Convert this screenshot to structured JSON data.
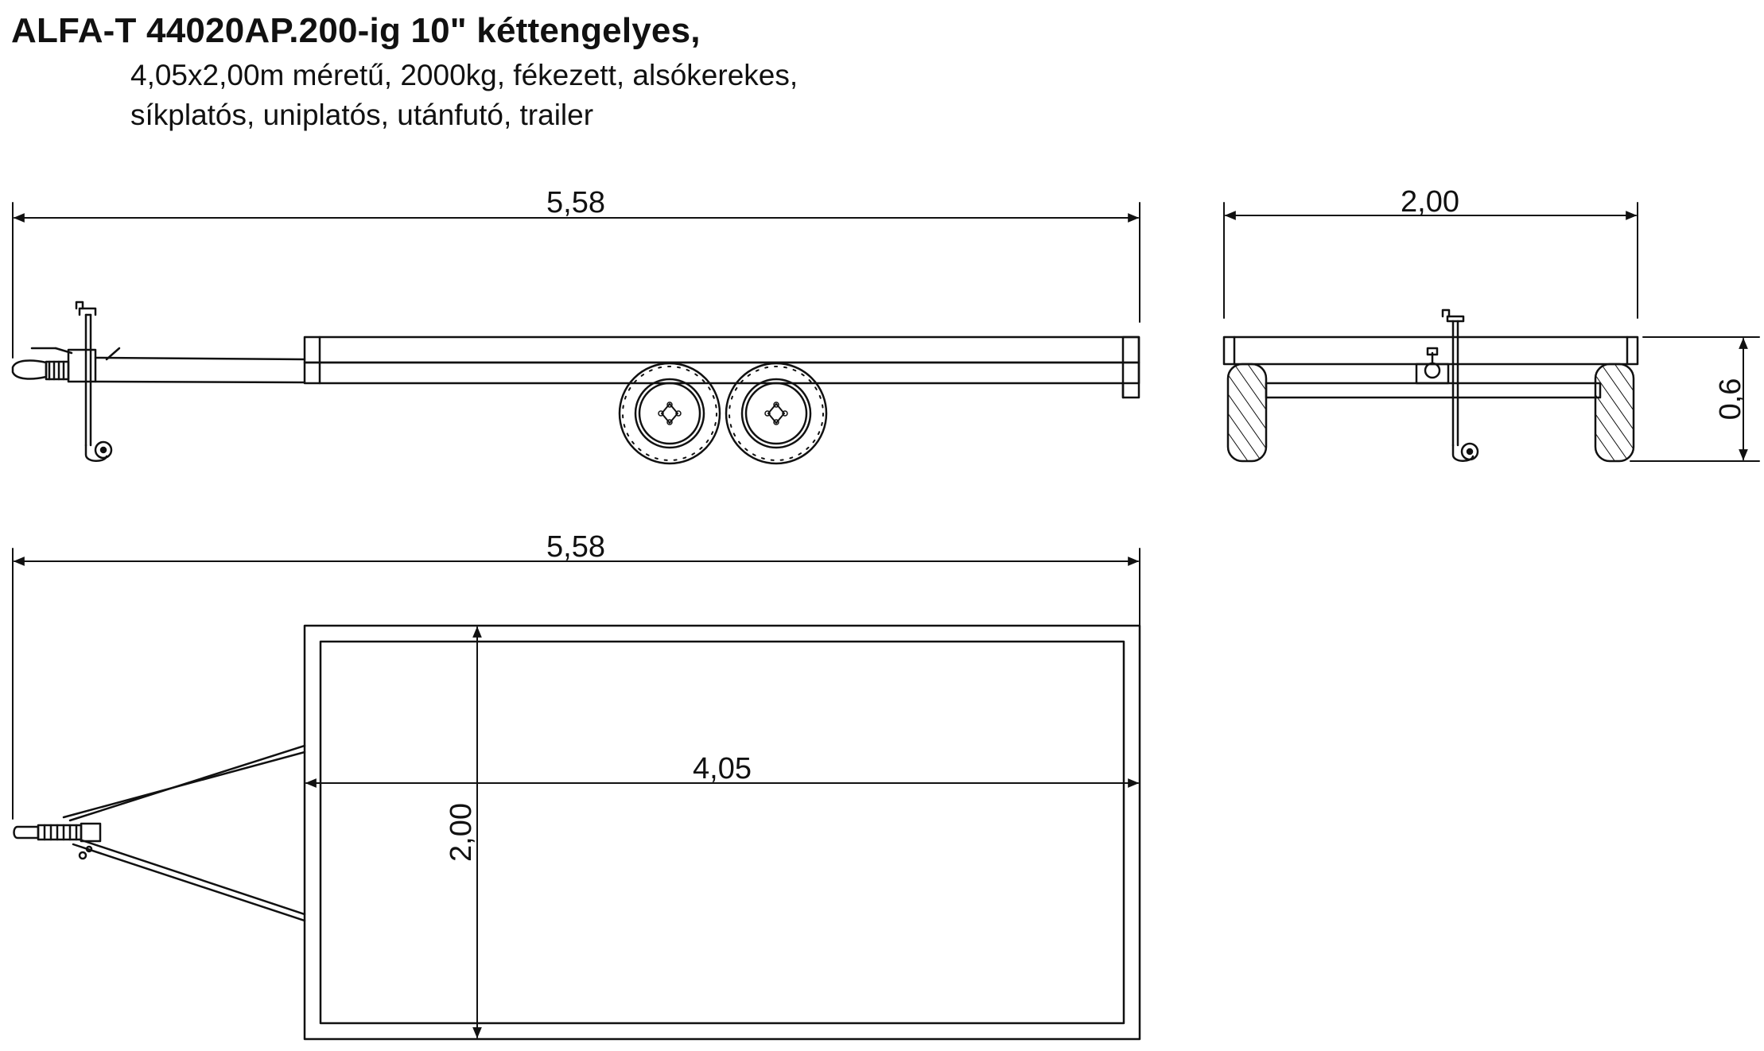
{
  "header": {
    "title": "ALFA-T 44020AP.200-ig 10\" kéttengelyes,",
    "subtitle_line1": "4,05x2,00m méretű, 2000kg, fékezett, alsókerekes,",
    "subtitle_line2": "síkplatós, uniplatós, utánfutó, trailer"
  },
  "side_view": {
    "overall_length": "5,58"
  },
  "rear_view": {
    "width": "2,00",
    "height": "0,6"
  },
  "top_view": {
    "overall_length": "5,58",
    "platform_length": "4,05",
    "platform_width": "2,00"
  },
  "colors": {
    "line": "#111111",
    "background": "#ffffff"
  }
}
